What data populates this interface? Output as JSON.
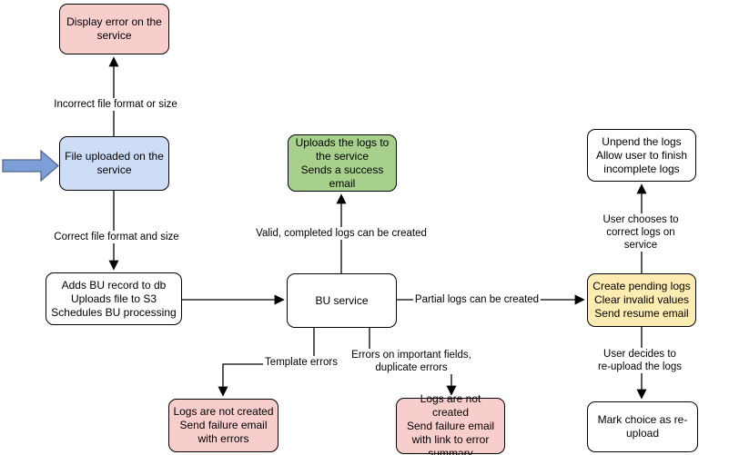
{
  "diagram": {
    "background_color": "#ffffff",
    "stroke_color": "#000000",
    "nodes": [
      {
        "id": "display-error",
        "label": "Display error on the\nservice",
        "fill": "#f8cecc"
      },
      {
        "id": "file-uploaded",
        "label": "File uploaded on the\nservice",
        "fill": "#cdddf6"
      },
      {
        "id": "adds-bu-record",
        "label": "Adds BU record to db\nUploads file to S3\nSchedules BU processing",
        "fill": "#ffffff"
      },
      {
        "id": "uploads-logs-success",
        "label": "Uploads the logs to\nthe service\nSends a success\nemail",
        "fill": "#a7d08c"
      },
      {
        "id": "bu-service",
        "label": "BU service",
        "fill": "#ffffff"
      },
      {
        "id": "logs-not-created-errors",
        "label": "Logs are not created\nSend failure email\nwith errors",
        "fill": "#f8cecc"
      },
      {
        "id": "logs-not-created-summary",
        "label": "Logs are not created\nSend failure email\nwith link to error\nsummary",
        "fill": "#f8cecc"
      },
      {
        "id": "create-pending-logs",
        "label": "Create pending logs\nClear invalid values\nSend resume email",
        "fill": "#ffecb3"
      },
      {
        "id": "unpend-logs",
        "label": "Unpend the logs\nAllow user to finish\nincomplete logs",
        "fill": "#ffffff"
      },
      {
        "id": "mark-reupload",
        "label": "Mark choice as re-\nupload",
        "fill": "#ffffff"
      }
    ],
    "edge_labels": [
      {
        "text": "Incorrect file format or size"
      },
      {
        "text": "Correct file format and size"
      },
      {
        "text": "Valid, completed logs can be created"
      },
      {
        "text": "Partial logs can be created"
      },
      {
        "text": "Template errors"
      },
      {
        "text": "Errors on important fields,\nduplicate errors"
      },
      {
        "text": "User chooses to correct logs on service"
      },
      {
        "text": "User decides to re-upload the logs"
      }
    ],
    "entry_arrow": {
      "name": "entry-point-arrow",
      "fill": "#7d9fd8",
      "stroke": "#56688c"
    }
  }
}
